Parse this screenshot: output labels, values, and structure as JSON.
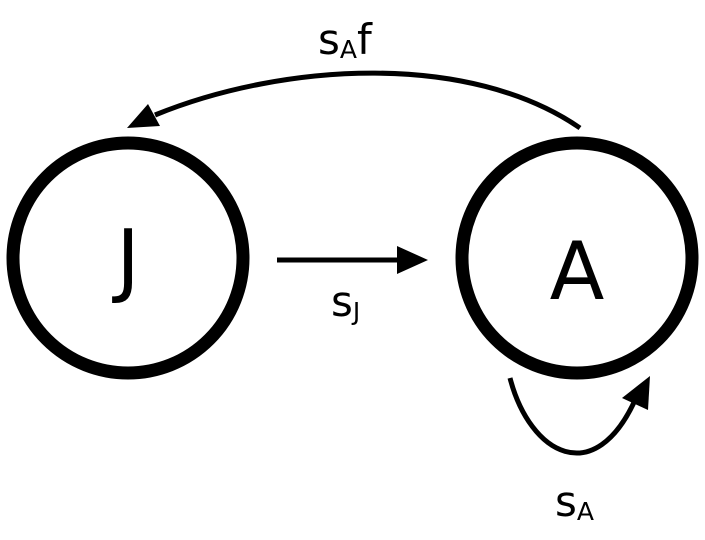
{
  "nodes": [
    {
      "id": "J",
      "label": "J"
    },
    {
      "id": "A",
      "label": "A"
    }
  ],
  "edges": [
    {
      "from": "J",
      "to": "A",
      "label": {
        "base": "s",
        "sub": "J",
        "suffix": ""
      }
    },
    {
      "from": "A",
      "to": "J",
      "label": {
        "base": "s",
        "sub": "A",
        "suffix": "f"
      }
    },
    {
      "from": "A",
      "to": "A",
      "label": {
        "base": "s",
        "sub": "A",
        "suffix": ""
      }
    }
  ],
  "colors": {
    "stroke": "#000000",
    "background": "#ffffff"
  }
}
